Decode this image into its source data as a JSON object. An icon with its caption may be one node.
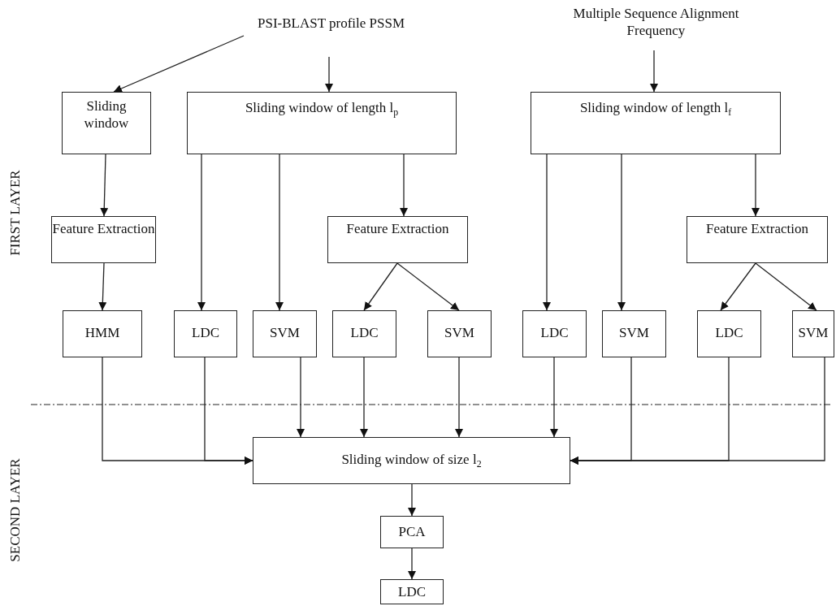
{
  "diagram": {
    "nodes": [
      {
        "text": [
          "PSI-BLAST profile PSSM"
        ]
      },
      {
        "text": [
          "Multiple Sequence Alignment Frequency"
        ]
      },
      {
        "text": [
          "Sliding window"
        ]
      },
      {
        "text": [
          "Sliding window of length l$_{p}$"
        ]
      },
      {
        "text": [
          "Sliding window of length l$_{f}$"
        ]
      },
      {
        "text": [
          "Feature Extraction"
        ]
      },
      {
        "text": [
          "Feature Extraction"
        ]
      },
      {
        "text": [
          "Feature Extraction"
        ]
      },
      {
        "text": [
          "HMM"
        ]
      },
      {
        "text": [
          "LDC"
        ]
      },
      {
        "text": [
          "SVM"
        ]
      },
      {
        "text": [
          "LDC"
        ]
      },
      {
        "text": [
          "SVM"
        ]
      },
      {
        "text": [
          "LDC"
        ]
      },
      {
        "text": [
          "SVM"
        ]
      },
      {
        "text": [
          "LDC"
        ]
      },
      {
        "text": [
          "SVM"
        ]
      },
      {
        "text": [
          "Sliding window of size l$_{2}$"
        ]
      },
      {
        "text": [
          "PCA"
        ]
      },
      {
        "text": [
          "LDC"
        ]
      }
    ],
    "edges": [
      {
        "from": 0,
        "to": 2,
        "arrow": "to"
      },
      {
        "from": 0,
        "to": 3,
        "arrow": "to"
      },
      {
        "from": 1,
        "to": 4,
        "arrow": "to"
      },
      {
        "from": 2,
        "to": 5,
        "arrow": "to"
      },
      {
        "from": 3,
        "to": 9,
        "arrow": "to"
      },
      {
        "from": 3,
        "to": 10,
        "arrow": "to"
      },
      {
        "from": 3,
        "to": 6,
        "arrow": "to"
      },
      {
        "from": 4,
        "to": 13,
        "arrow": "to"
      },
      {
        "from": 4,
        "to": 14,
        "arrow": "to"
      },
      {
        "from": 4,
        "to": 7,
        "arrow": "to"
      },
      {
        "from": 5,
        "to": 8,
        "arrow": "to"
      },
      {
        "from": 6,
        "to": 11,
        "arrow": "to"
      },
      {
        "from": 6,
        "to": 12,
        "arrow": "to"
      },
      {
        "from": 7,
        "to": 15,
        "arrow": "to"
      },
      {
        "from": 7,
        "to": 16,
        "arrow": "to"
      },
      {
        "from": 8,
        "to": 17,
        "arrow": "to"
      },
      {
        "from": 9,
        "to": 17,
        "arrow": "to"
      },
      {
        "from": 10,
        "to": 17,
        "arrow": "to"
      },
      {
        "from": 11,
        "to": 17,
        "arrow": "to"
      },
      {
        "from": 12,
        "to": 17,
        "arrow": "to"
      },
      {
        "from": 13,
        "to": 17,
        "arrow": "to"
      },
      {
        "from": 14,
        "to": 17,
        "arrow": "to"
      },
      {
        "from": 15,
        "to": 17,
        "arrow": "to"
      },
      {
        "from": 16,
        "to": 17,
        "arrow": "to"
      },
      {
        "from": 17,
        "to": 18,
        "arrow": "to"
      },
      {
        "from": 18,
        "to": 19,
        "arrow": "to"
      }
    ],
    "labels": [
      "FIRST LAYER",
      "SECOND LAYER"
    ]
  }
}
